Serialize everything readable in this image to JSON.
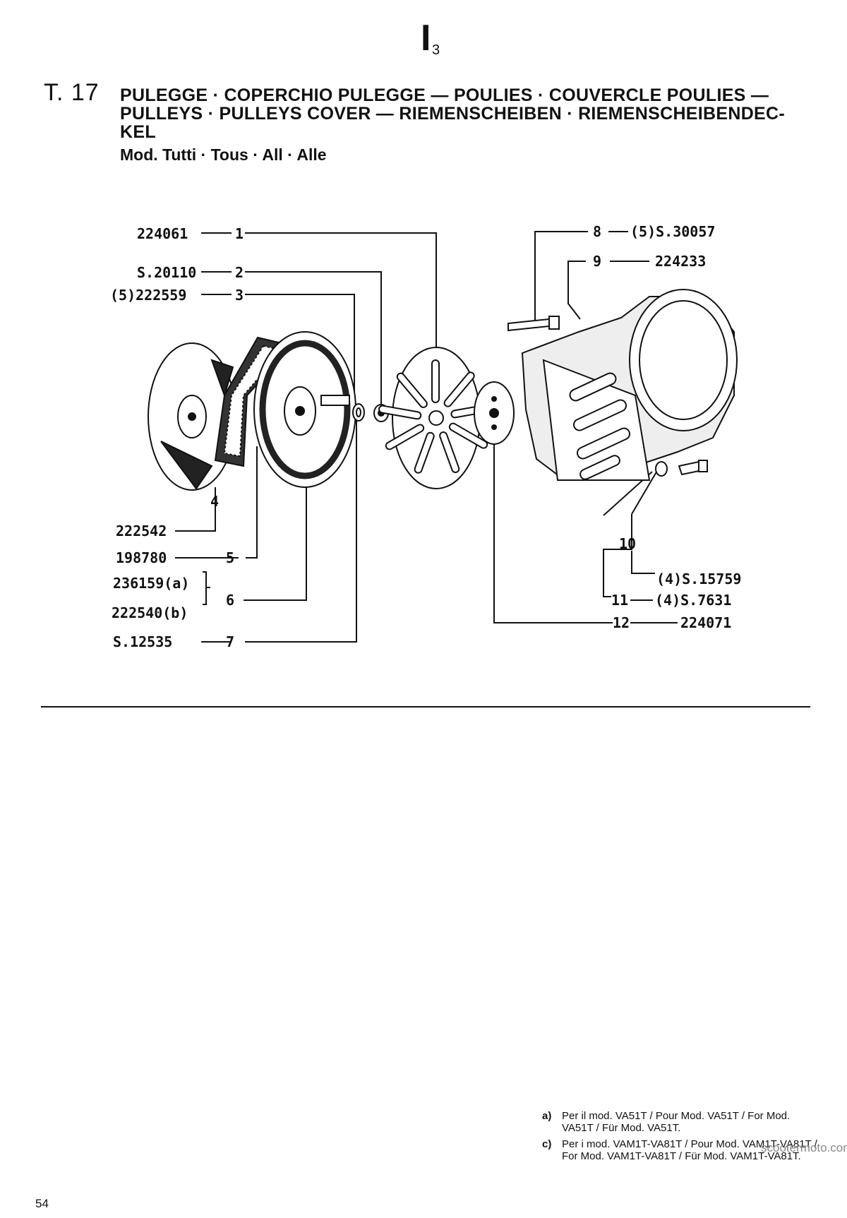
{
  "header": {
    "section_main": "I",
    "section_sub": "3",
    "table_number": "T. 17",
    "title_lines": [
      "PULEGGE · COPERCHIO PULEGGE — POULIES · COUVERCLE POULIES —",
      "PULLEYS · PULLEYS COVER — RIEMENSCHEIBEN · RIEMENSCHEIBENDEC-",
      "KEL"
    ],
    "models": "Mod. Tutti · Tous · All · Alle"
  },
  "parts_left": [
    {
      "code": "224061",
      "ref": "1"
    },
    {
      "code": "S.20110",
      "ref": "2"
    },
    {
      "code": "(5)222559",
      "ref": "3"
    },
    {
      "code": "222542",
      "ref": "4"
    },
    {
      "code": "198780",
      "ref": "5"
    },
    {
      "code_a": "236159(a)",
      "code_b": "222540(b)",
      "ref": "6"
    },
    {
      "code": "S.12535",
      "ref": "7"
    }
  ],
  "parts_right": [
    {
      "ref": "8",
      "code": "(5)S.30057"
    },
    {
      "ref": "9",
      "code": "224233"
    },
    {
      "ref": "10",
      "code": "(4)S.15759"
    },
    {
      "ref": "11",
      "code": "(4)S.7631"
    },
    {
      "ref": "12",
      "code": "224071"
    }
  ],
  "footnotes": [
    {
      "key": "a)",
      "text": "Per il mod. VA51T / Pour Mod. VA51T / For Mod. VA51T / Für Mod. VA51T."
    },
    {
      "key": "c)",
      "text": "Per i mod. VAM1T-VA81T / Pour Mod. VAM1T-VA81T / For Mod. VAM1T-VA81T / Für Mod. VAM1T-VA81T."
    }
  ],
  "watermark": "scootermoto.com",
  "page_number": "54"
}
